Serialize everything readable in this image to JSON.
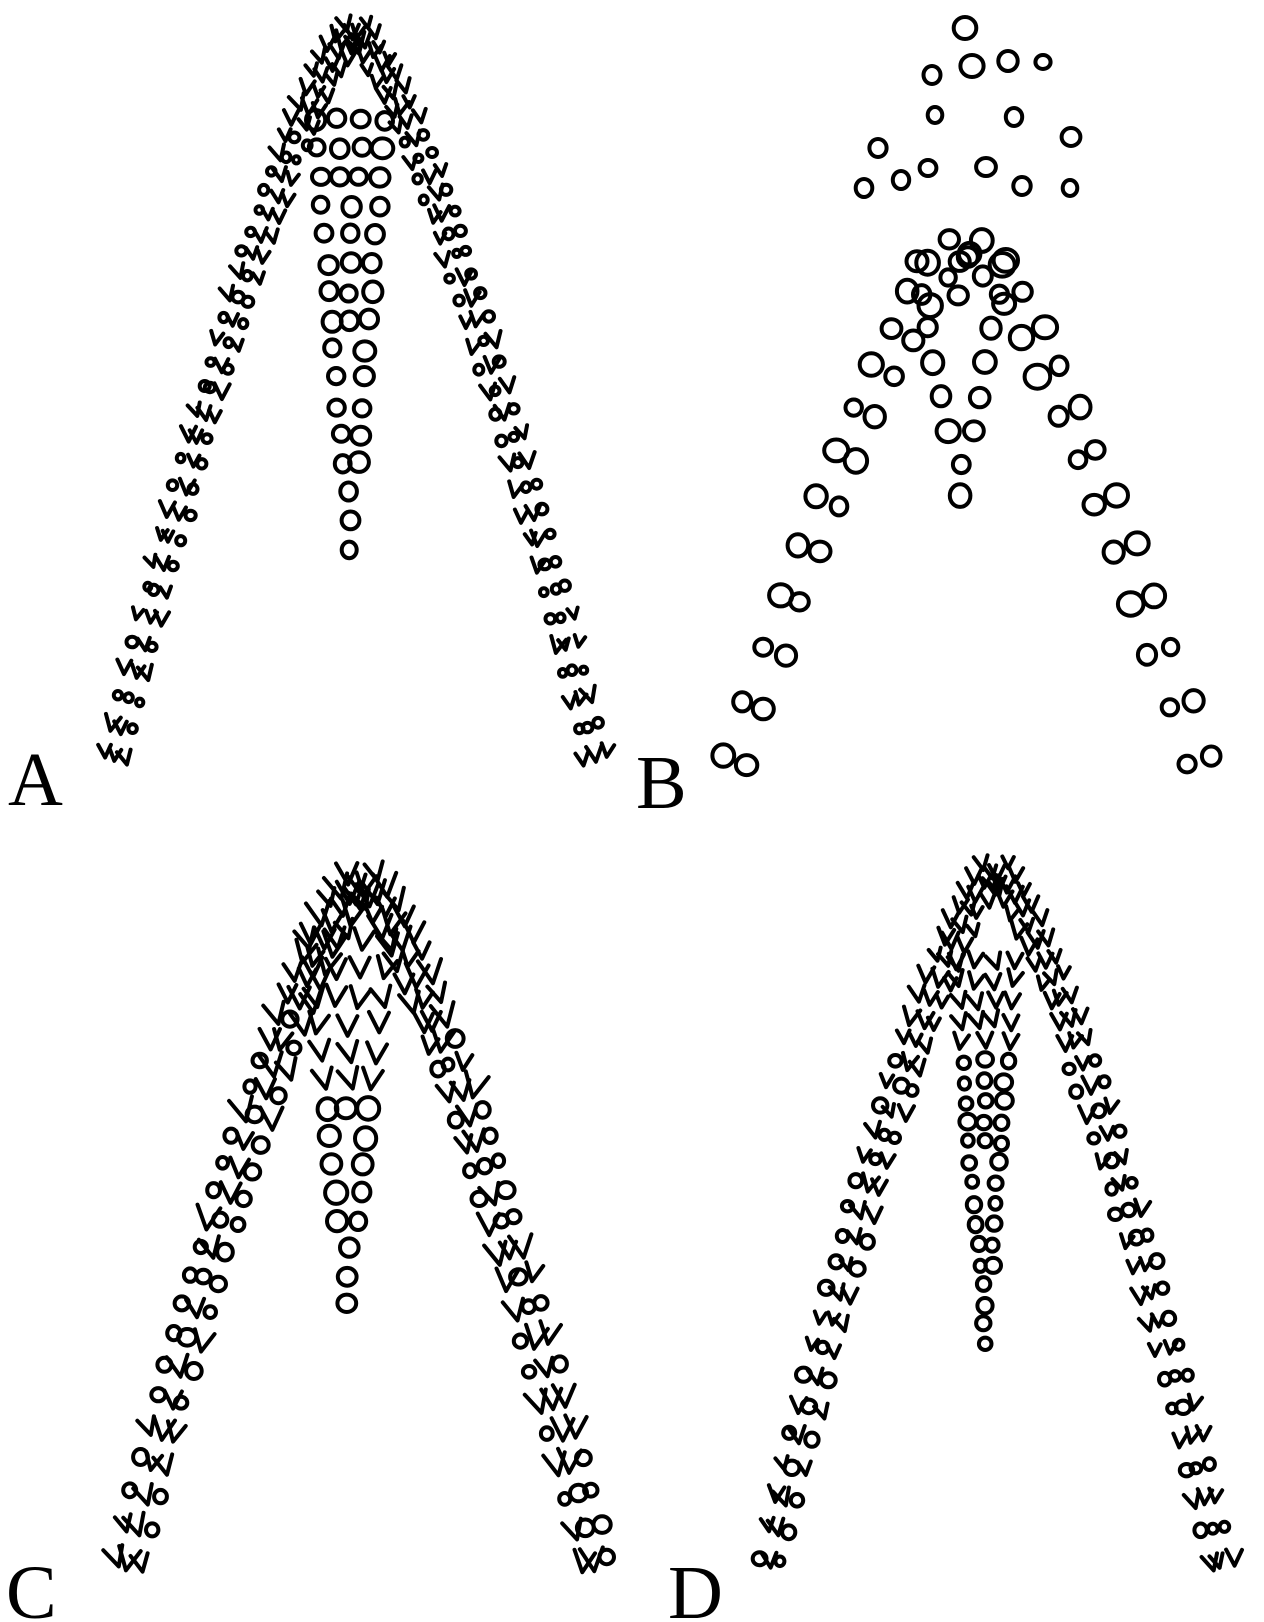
{
  "figure": {
    "panels": [
      {
        "letter": "A",
        "has_inner_column": true
      },
      {
        "letter": "B",
        "has_inner_column": true
      },
      {
        "letter": "C",
        "has_inner_column": true
      },
      {
        "letter": "D",
        "has_inner_column": true
      }
    ],
    "colors": {
      "ink": "#000000",
      "background": "#ffffff"
    },
    "mark_types": [
      "circle-cell",
      "v-shaped-cell"
    ]
  }
}
